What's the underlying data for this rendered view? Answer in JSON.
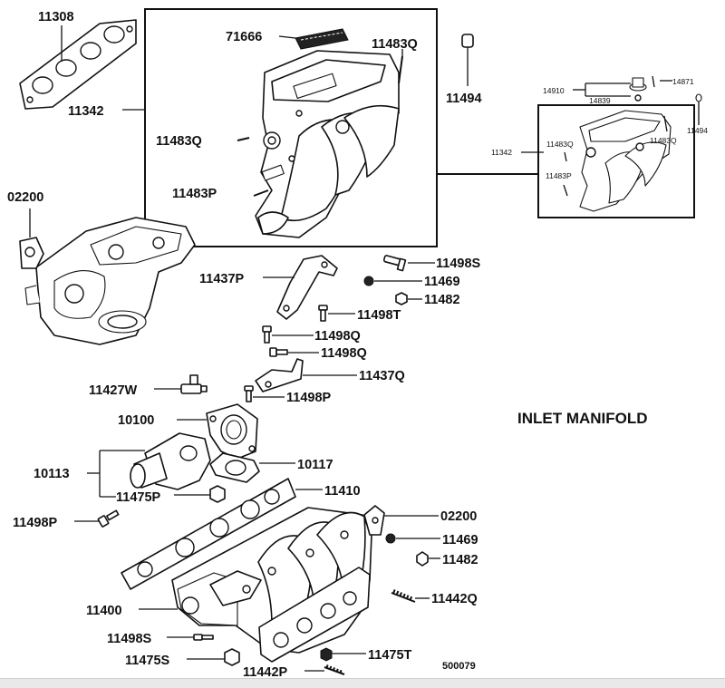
{
  "diagram": {
    "title": "INLET MANIFOLD",
    "reference_code": "500079",
    "part_numbers": {
      "p11308": "11308",
      "p71666": "71666",
      "p11483q_top": "11483Q",
      "p11494": "11494",
      "p11342": "11342",
      "p11483q_left": "11483Q",
      "p11483p": "11483P",
      "p02200_left": "02200",
      "p11498s_top": "11498S",
      "p11437p": "11437P",
      "p11469_top": "11469",
      "p11482_top": "11482",
      "p11498t": "11498T",
      "p11498q_a": "11498Q",
      "p11498q_b": "11498Q",
      "p11437q": "11437Q",
      "p11427w": "11427W",
      "p11498p_top": "11498P",
      "p10100": "10100",
      "p10117": "10117",
      "p10113": "10113",
      "p11475p": "11475P",
      "p11410": "11410",
      "p11498p_left": "11498P",
      "p02200_right": "02200",
      "p11469_bot": "11469",
      "p11482_bot": "11482",
      "p11442q": "11442Q",
      "p11400": "11400",
      "p11498s_bot": "11498S",
      "p11475s": "11475S",
      "p11475t": "11475T",
      "p11442p": "11442P"
    },
    "inset_part_numbers": {
      "i14871": "14871",
      "i14910": "14910",
      "i14839": "14839",
      "i11494": "11494",
      "i11342": "11342",
      "i11483q_left": "11483Q",
      "i11483q_right": "11483Q",
      "i11483p": "11483P"
    }
  }
}
